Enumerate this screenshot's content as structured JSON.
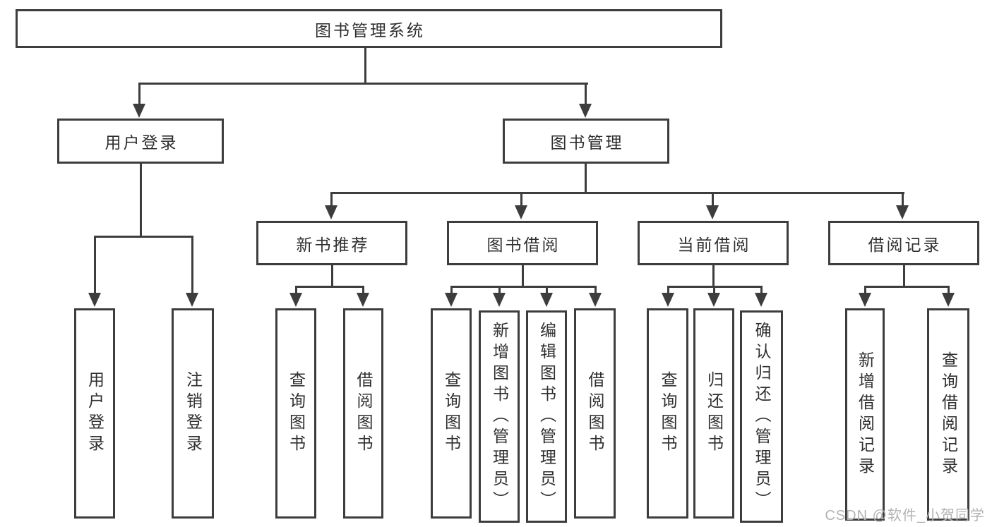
{
  "diagram": {
    "title": "图书管理系统",
    "branches": [
      {
        "label": "用户登录",
        "children": [
          "用户登录",
          "注销登录"
        ]
      },
      {
        "label": "图书管理",
        "sections": [
          {
            "label": "新书推荐",
            "children": [
              "查询图书",
              "借阅图书"
            ]
          },
          {
            "label": "图书借阅",
            "children": [
              "查询图书",
              "新增图书（管理员）",
              "编辑图书（管理员）",
              "借阅图书"
            ]
          },
          {
            "label": "当前借阅",
            "children": [
              "查询图书",
              "归还图书",
              "确认归还（管理员）"
            ]
          },
          {
            "label": "借阅记录",
            "children": [
              "新增借阅记录",
              "查询借阅记录"
            ]
          }
        ]
      }
    ]
  },
  "watermark": "CSDN @软件_小贺同学",
  "colors": {
    "line": "#3d3d3d",
    "text": "#2f2f2f",
    "background": "#ffffff",
    "watermark": "#b3b3b3"
  }
}
